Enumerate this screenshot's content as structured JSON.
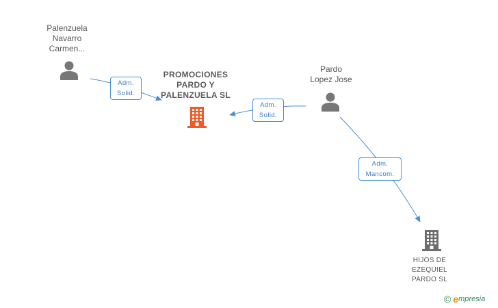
{
  "nodes": {
    "person_palenzuela": {
      "line1": "Palenzuela",
      "line2": "Navarro",
      "line3": "Carmen..."
    },
    "person_pardo": {
      "line1": "Pardo",
      "line2": "Lopez Jose"
    },
    "company_promociones": {
      "line1": "PROMOCIONES",
      "line2": "PARDO Y",
      "line3": "PALENZUELA SL"
    },
    "company_hijos": {
      "line1": "HIJOS DE",
      "line2": "EZEQUIEL",
      "line3": "PARDO SL"
    }
  },
  "edges": {
    "palenzuela_to_promociones": {
      "line1": "Adm.",
      "line2": "Solid."
    },
    "pardo_to_promociones": {
      "line1": "Adm.",
      "line2": "Solid."
    },
    "pardo_to_hijos": {
      "line1": "Adm.",
      "line2": "Mancom."
    }
  },
  "colors": {
    "edge": "#4a8fd6",
    "person_icon": "#777777",
    "company_main_icon": "#f05a28",
    "company_other_icon": "#6e6e6e",
    "brand_green": "#2e8b57",
    "brand_orange": "#f39200"
  },
  "watermark": {
    "copyright_symbol": "©",
    "brand_initial": "e",
    "brand_rest": "mpresia"
  }
}
